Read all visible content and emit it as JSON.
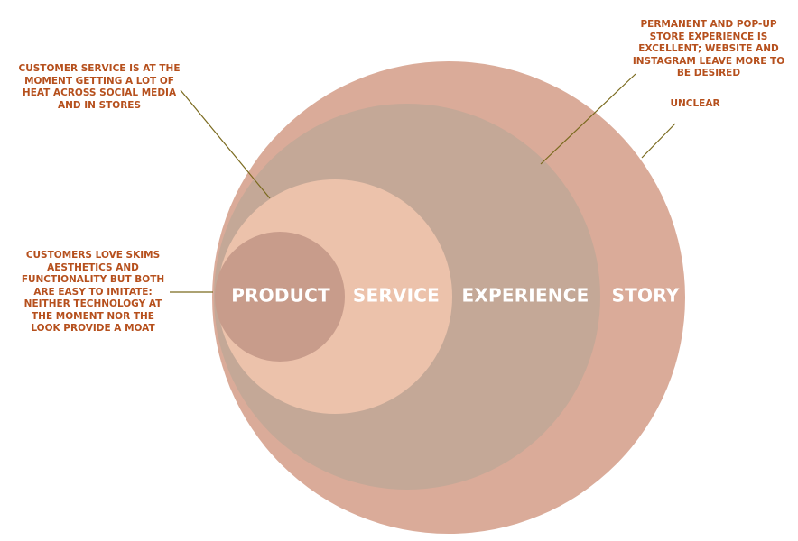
{
  "diagram": {
    "layers": [
      {
        "id": "story",
        "label": "STORY",
        "color": "#daab99"
      },
      {
        "id": "experience",
        "label": "EXPERIENCE",
        "color": "#c4a897"
      },
      {
        "id": "service",
        "label": "SERVICE",
        "color": "#ecc2ab"
      },
      {
        "id": "product",
        "label": "PRODUCT",
        "color": "#c89c8b"
      }
    ],
    "annotations": {
      "product": "CUSTOMERS LOVE SKIMS\nAESTHETICS AND\nFUNCTIONALITY BUT BOTH\nARE EASY TO IMITATE:\nNEITHER TECHNOLOGY AT\nTHE MOMENT NOR THE\nLOOK PROVIDE A MOAT",
      "service": "CUSTOMER SERVICE IS AT THE\nMOMENT GETTING A LOT OF\nHEAT ACROSS SOCIAL MEDIA\nAND IN STORES",
      "experience": "PERMANENT AND POP-UP\nSTORE EXPERIENCE IS\nEXCELLENT; WEBSITE AND\nINSTAGRAM LEAVE MORE TO\nBE DESIRED",
      "story": "UNCLEAR"
    },
    "annotation_color": "#b6501d",
    "leader_line_color": "#7a6a1e"
  }
}
